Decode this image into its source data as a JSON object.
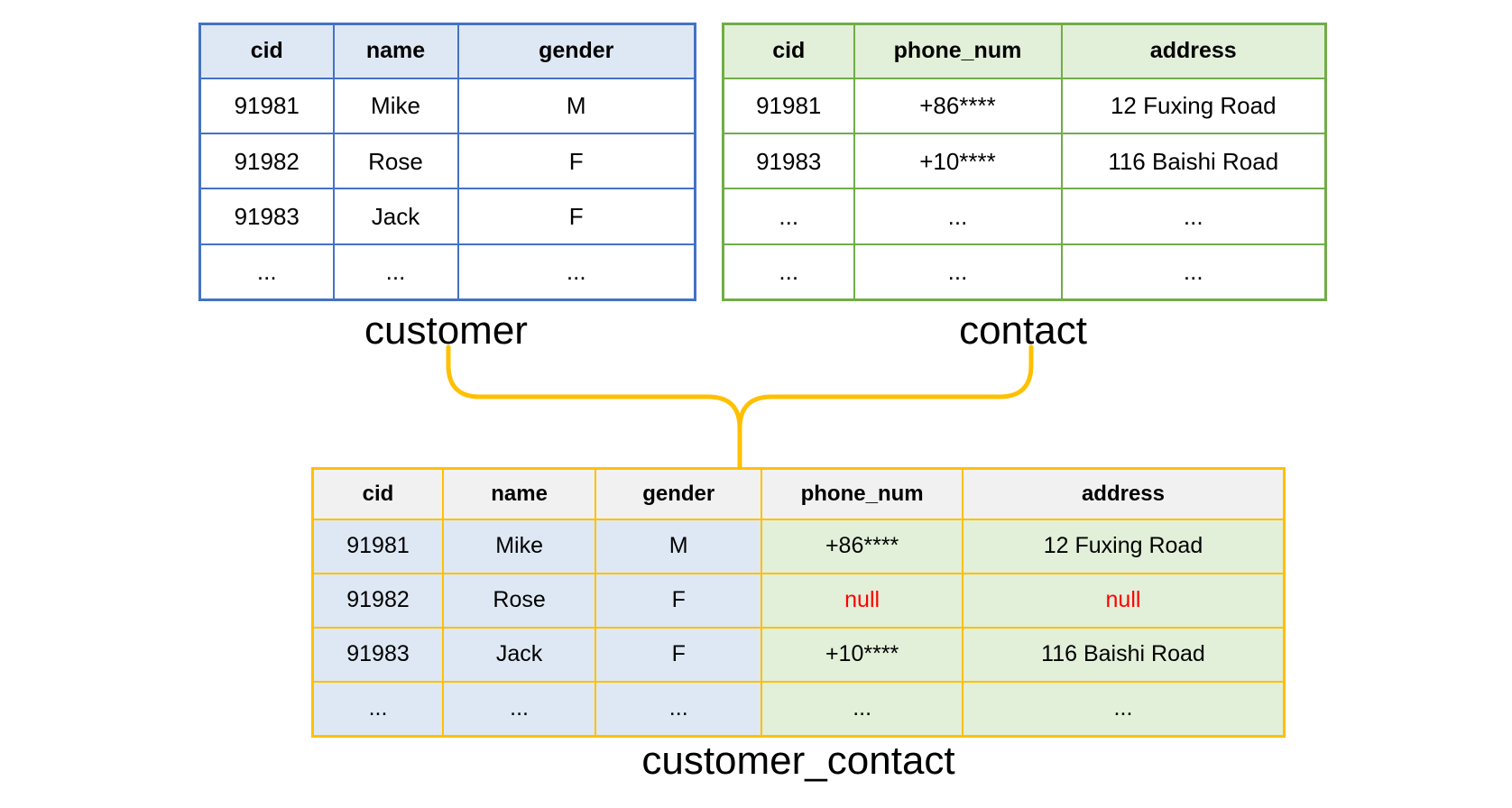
{
  "diagram": {
    "title_visible": false,
    "colors": {
      "customer_border": "#4472C4",
      "customer_header_fill": "#DEE8F4",
      "contact_border": "#70AD47",
      "contact_header_fill": "#E2EFD9",
      "joined_border": "#FFC000",
      "joined_header_fill": "#F1F1F1",
      "null_text": "#FF0000",
      "background": "#FFFFFF"
    },
    "connector": {
      "name": "brace-connector",
      "color": "#FFC000",
      "shape": "curly-brace"
    }
  },
  "customer": {
    "caption": "customer",
    "columns": [
      "cid",
      "name",
      "gender"
    ],
    "rows": [
      [
        "91981",
        "Mike",
        "M"
      ],
      [
        "91982",
        "Rose",
        "F"
      ],
      [
        "91983",
        "Jack",
        "F"
      ],
      [
        "...",
        "...",
        "..."
      ]
    ]
  },
  "contact": {
    "caption": "contact",
    "columns": [
      "cid",
      "phone_num",
      "address"
    ],
    "rows": [
      [
        "91981",
        "+86****",
        "12 Fuxing Road"
      ],
      [
        "91983",
        "+10****",
        "116 Baishi Road"
      ],
      [
        "...",
        "...",
        "..."
      ],
      [
        "...",
        "...",
        "..."
      ]
    ]
  },
  "joined": {
    "caption": "customer_contact",
    "columns": [
      "cid",
      "name",
      "gender",
      "phone_num",
      "address"
    ],
    "rows": [
      [
        "91981",
        "Mike",
        "M",
        "+86****",
        "12 Fuxing Road"
      ],
      [
        "91982",
        "Rose",
        "F",
        "null",
        "null"
      ],
      [
        "91983",
        "Jack",
        "F",
        "+10****",
        "116 Baishi Road"
      ],
      [
        "...",
        "...",
        "...",
        "...",
        "..."
      ]
    ],
    "null_cells": [
      [
        1,
        3
      ],
      [
        1,
        4
      ]
    ]
  }
}
